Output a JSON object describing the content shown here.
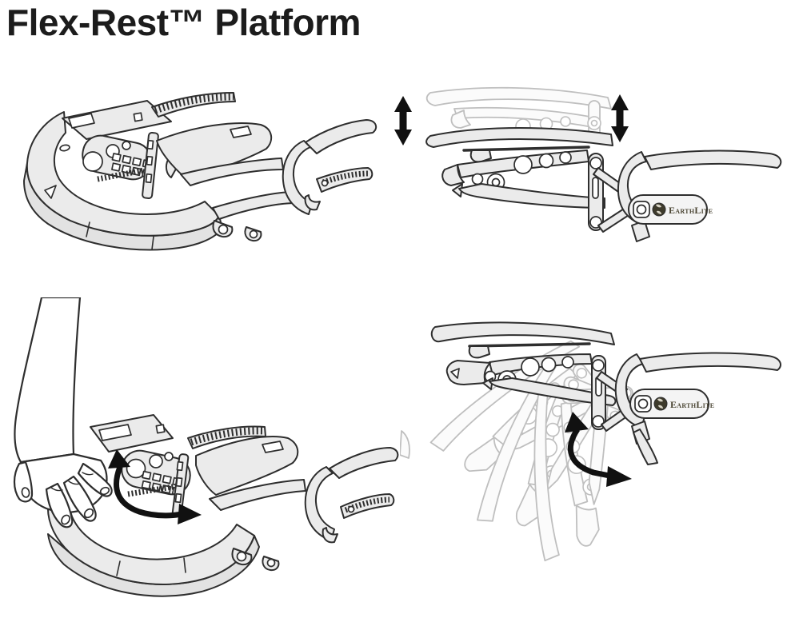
{
  "page": {
    "title": "Flex-Rest™ Platform",
    "background": "#ffffff"
  },
  "brand": {
    "label": "EarthLite"
  },
  "colors": {
    "outline": "#2e2e2e",
    "fill": "#ebebeb",
    "fill_shadow": "#e2e2e2",
    "ghost_outline": "#bfbfbf",
    "ghost_fill": "#fbfbfb",
    "arrow": "#111111",
    "brand_text": "#4b4634"
  },
  "icons": {
    "up_down_arrow": "vertical-double-arrow",
    "flex_arrow": "curved-double-arrow",
    "tilt_arrow": "curved-double-arrow",
    "globe": "earthlite-globe"
  },
  "figures": {
    "top_left": "headrest-platform-perspective-view",
    "top_right": "height-adjustment-side-view",
    "bottom_left": "hand-flexing-cradle",
    "bottom_right": "tilt-range-side-view"
  }
}
